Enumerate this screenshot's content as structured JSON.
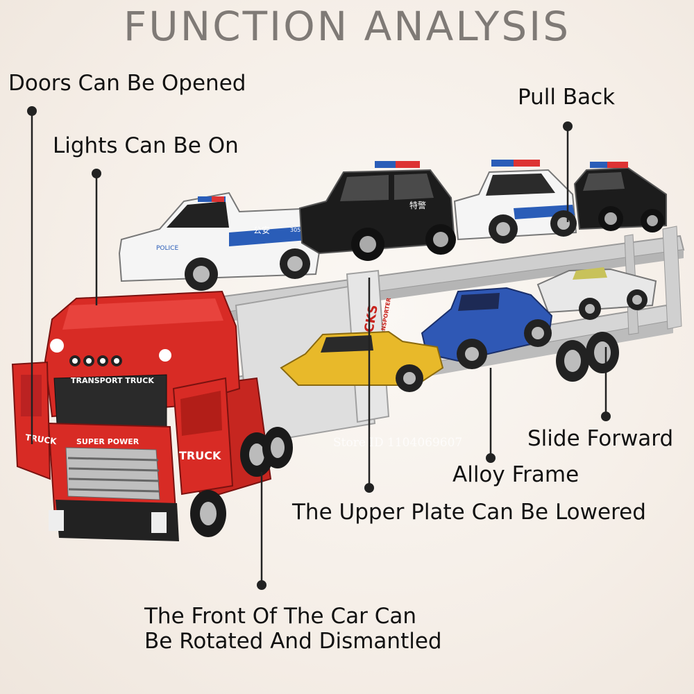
{
  "title": "FUNCTION ANALYSIS",
  "labels": {
    "doors": "Doors Can Be Opened",
    "lights": "Lights Can Be On",
    "pull_back": "Pull Back",
    "slide_forward": "Slide Forward",
    "alloy_frame": "Alloy Frame",
    "upper_plate": "The Upper Plate Can Be Lowered",
    "front_line1": "The Front Of The Car Can",
    "front_line2": "Be Rotated And Dismantled"
  },
  "truck": {
    "transport_truck": "TRANSPORT TRUCK",
    "super_power": "SUPER POWER",
    "truck_door": "TRUCK",
    "truck_side": "TRUCK",
    "trucks_post": "TRUCKS",
    "car_transporter": "CAR TRANSPORTER"
  },
  "cars": {
    "police_text": "POLICE",
    "gongan": "公安",
    "tejing": "特警",
    "number": "3056"
  },
  "watermark": "Store ID 1104069607",
  "colors": {
    "truck_red": "#d82b25",
    "trailer_grey": "#d9d9d9",
    "police_black": "#1c1c1c",
    "police_blue": "#2a5db8",
    "yellow_car": "#e8b92a",
    "blue_car": "#2f58b5"
  }
}
